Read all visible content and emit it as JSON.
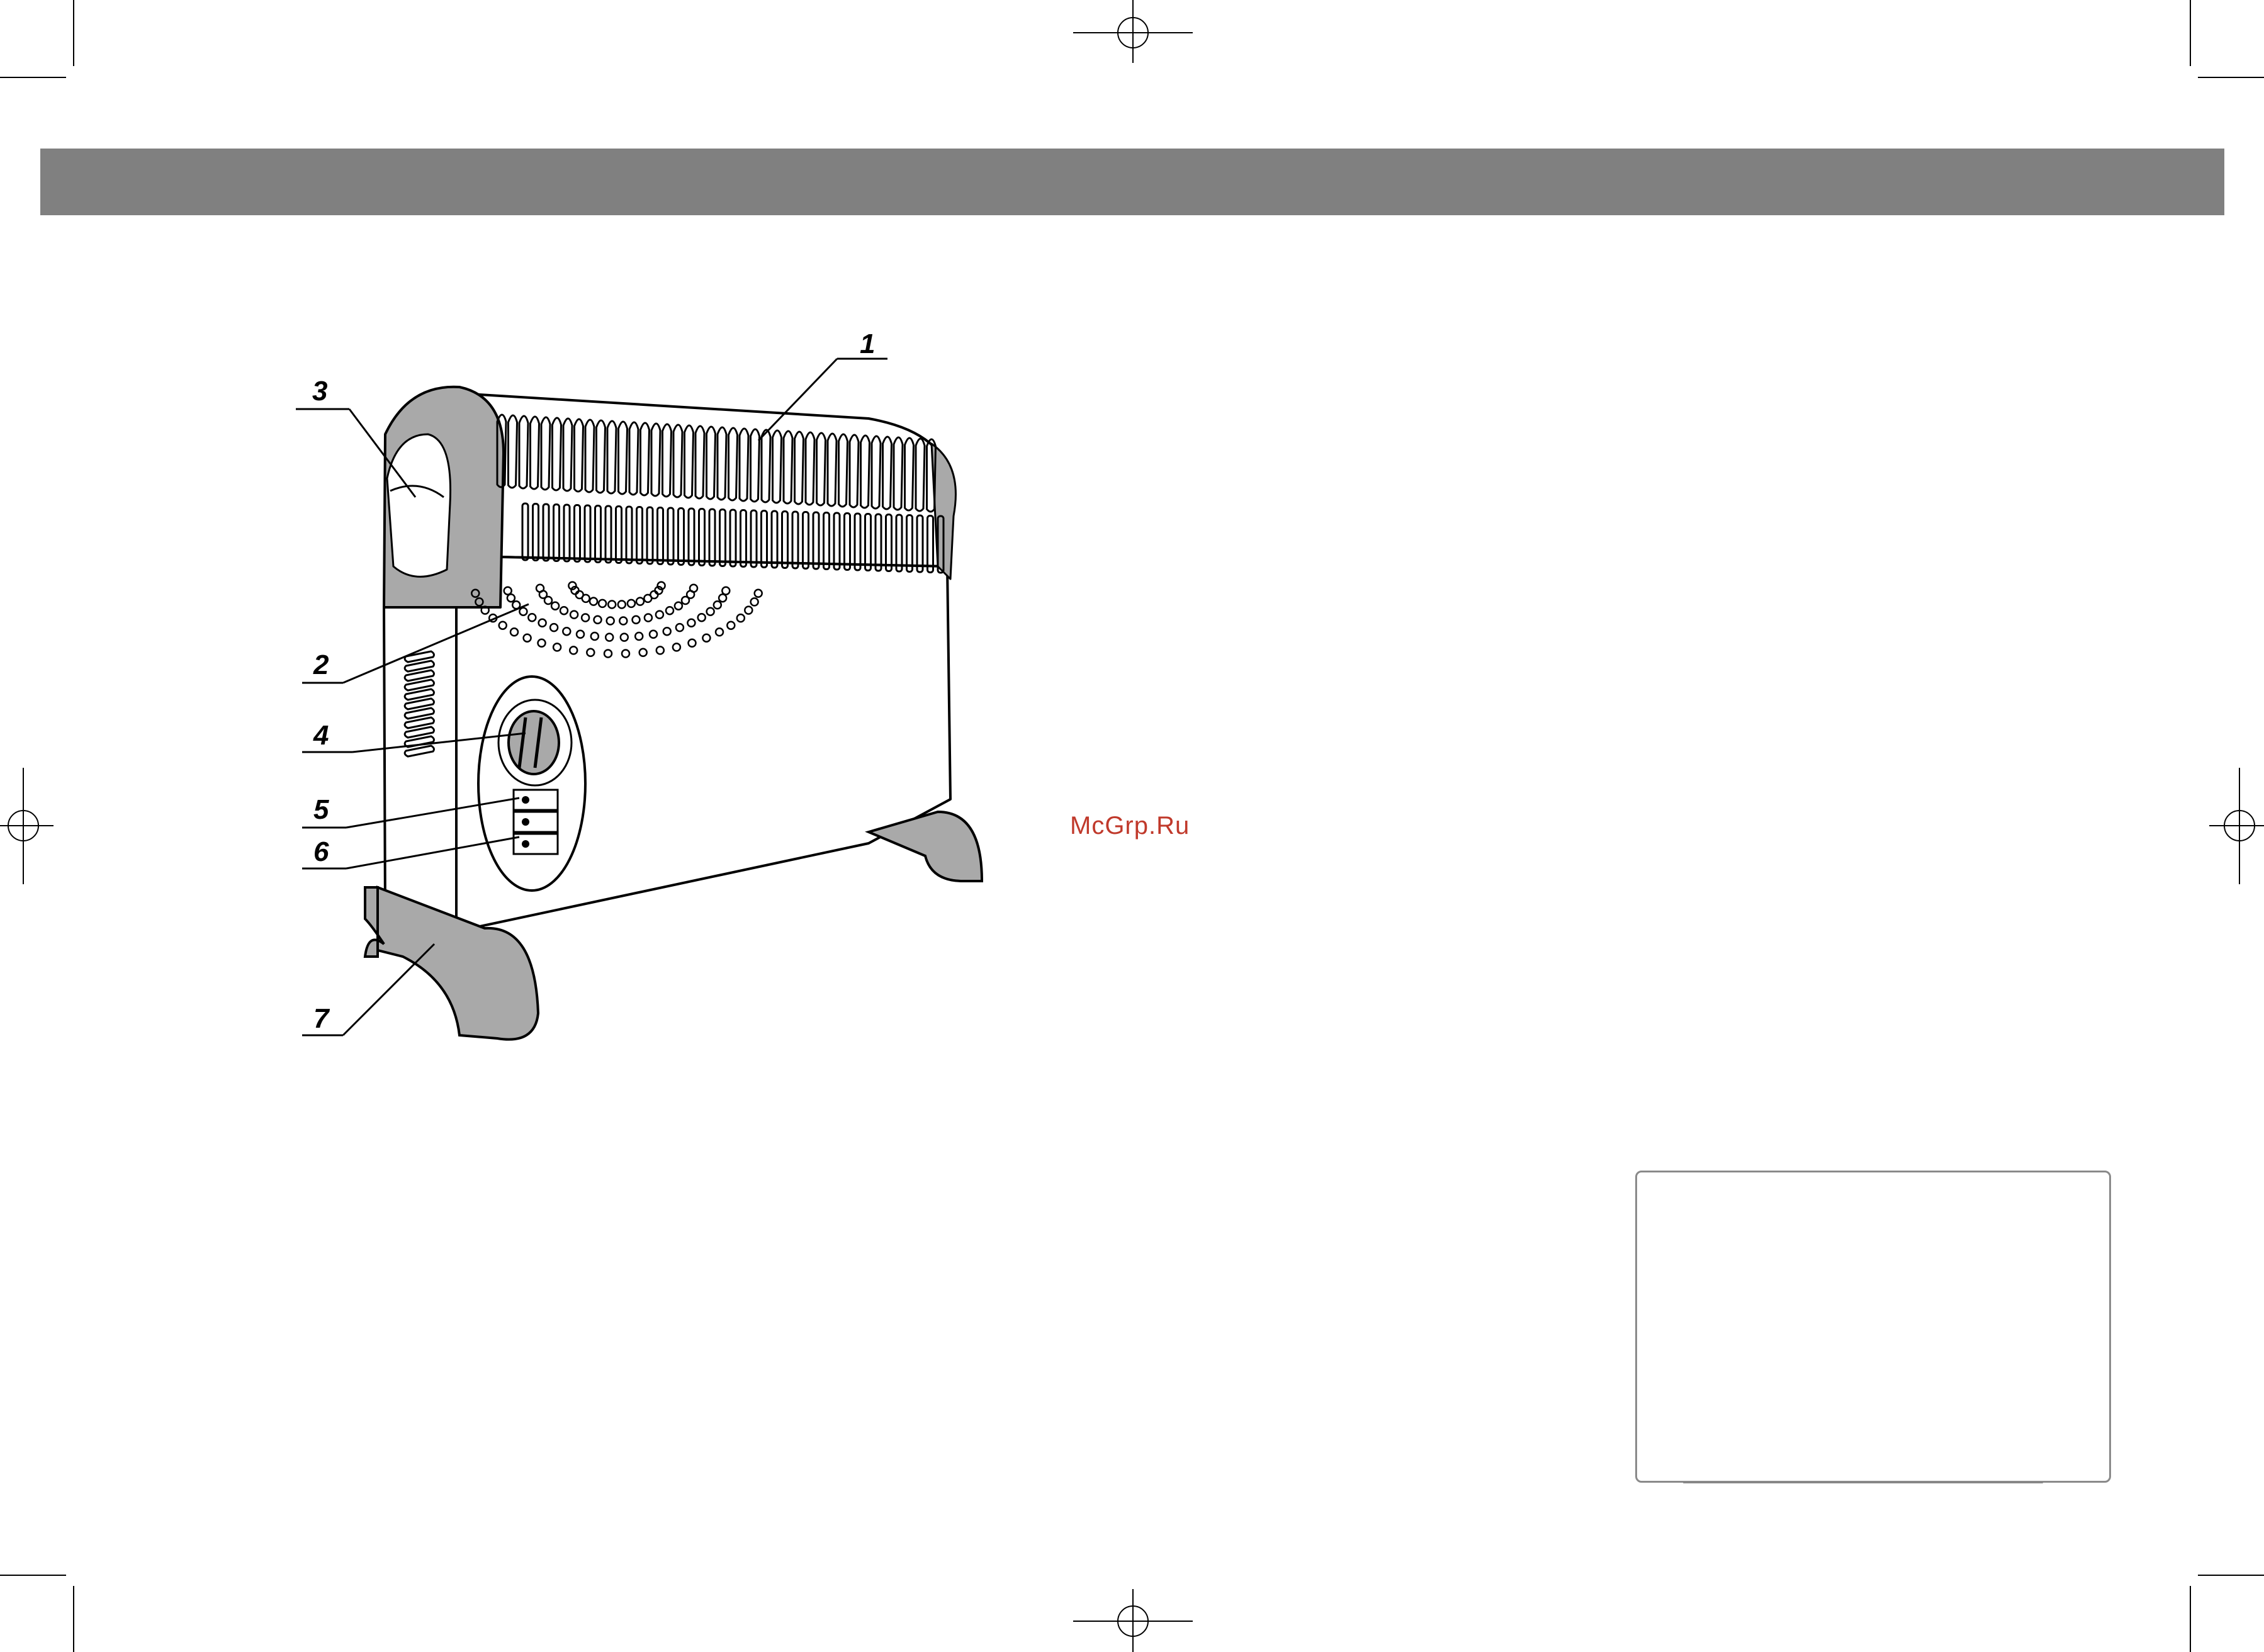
{
  "figure_main": {
    "callouts": [
      {
        "id": "1",
        "label": "1"
      },
      {
        "id": "2",
        "label": "2"
      },
      {
        "id": "3",
        "label": "3"
      },
      {
        "id": "4",
        "label": "4"
      },
      {
        "id": "5",
        "label": "5"
      },
      {
        "id": "6",
        "label": "6"
      },
      {
        "id": "7",
        "label": "7"
      }
    ]
  },
  "watermark": "McGrp.Ru",
  "colors": {
    "header_band": "#808080",
    "watermark": "#c0392b",
    "heater_shade": "#a9a9a9",
    "arrow_fill": "#999999"
  },
  "icons": [
    "registration-mark-icon",
    "down-arrow-icon",
    "screw-icon"
  ]
}
